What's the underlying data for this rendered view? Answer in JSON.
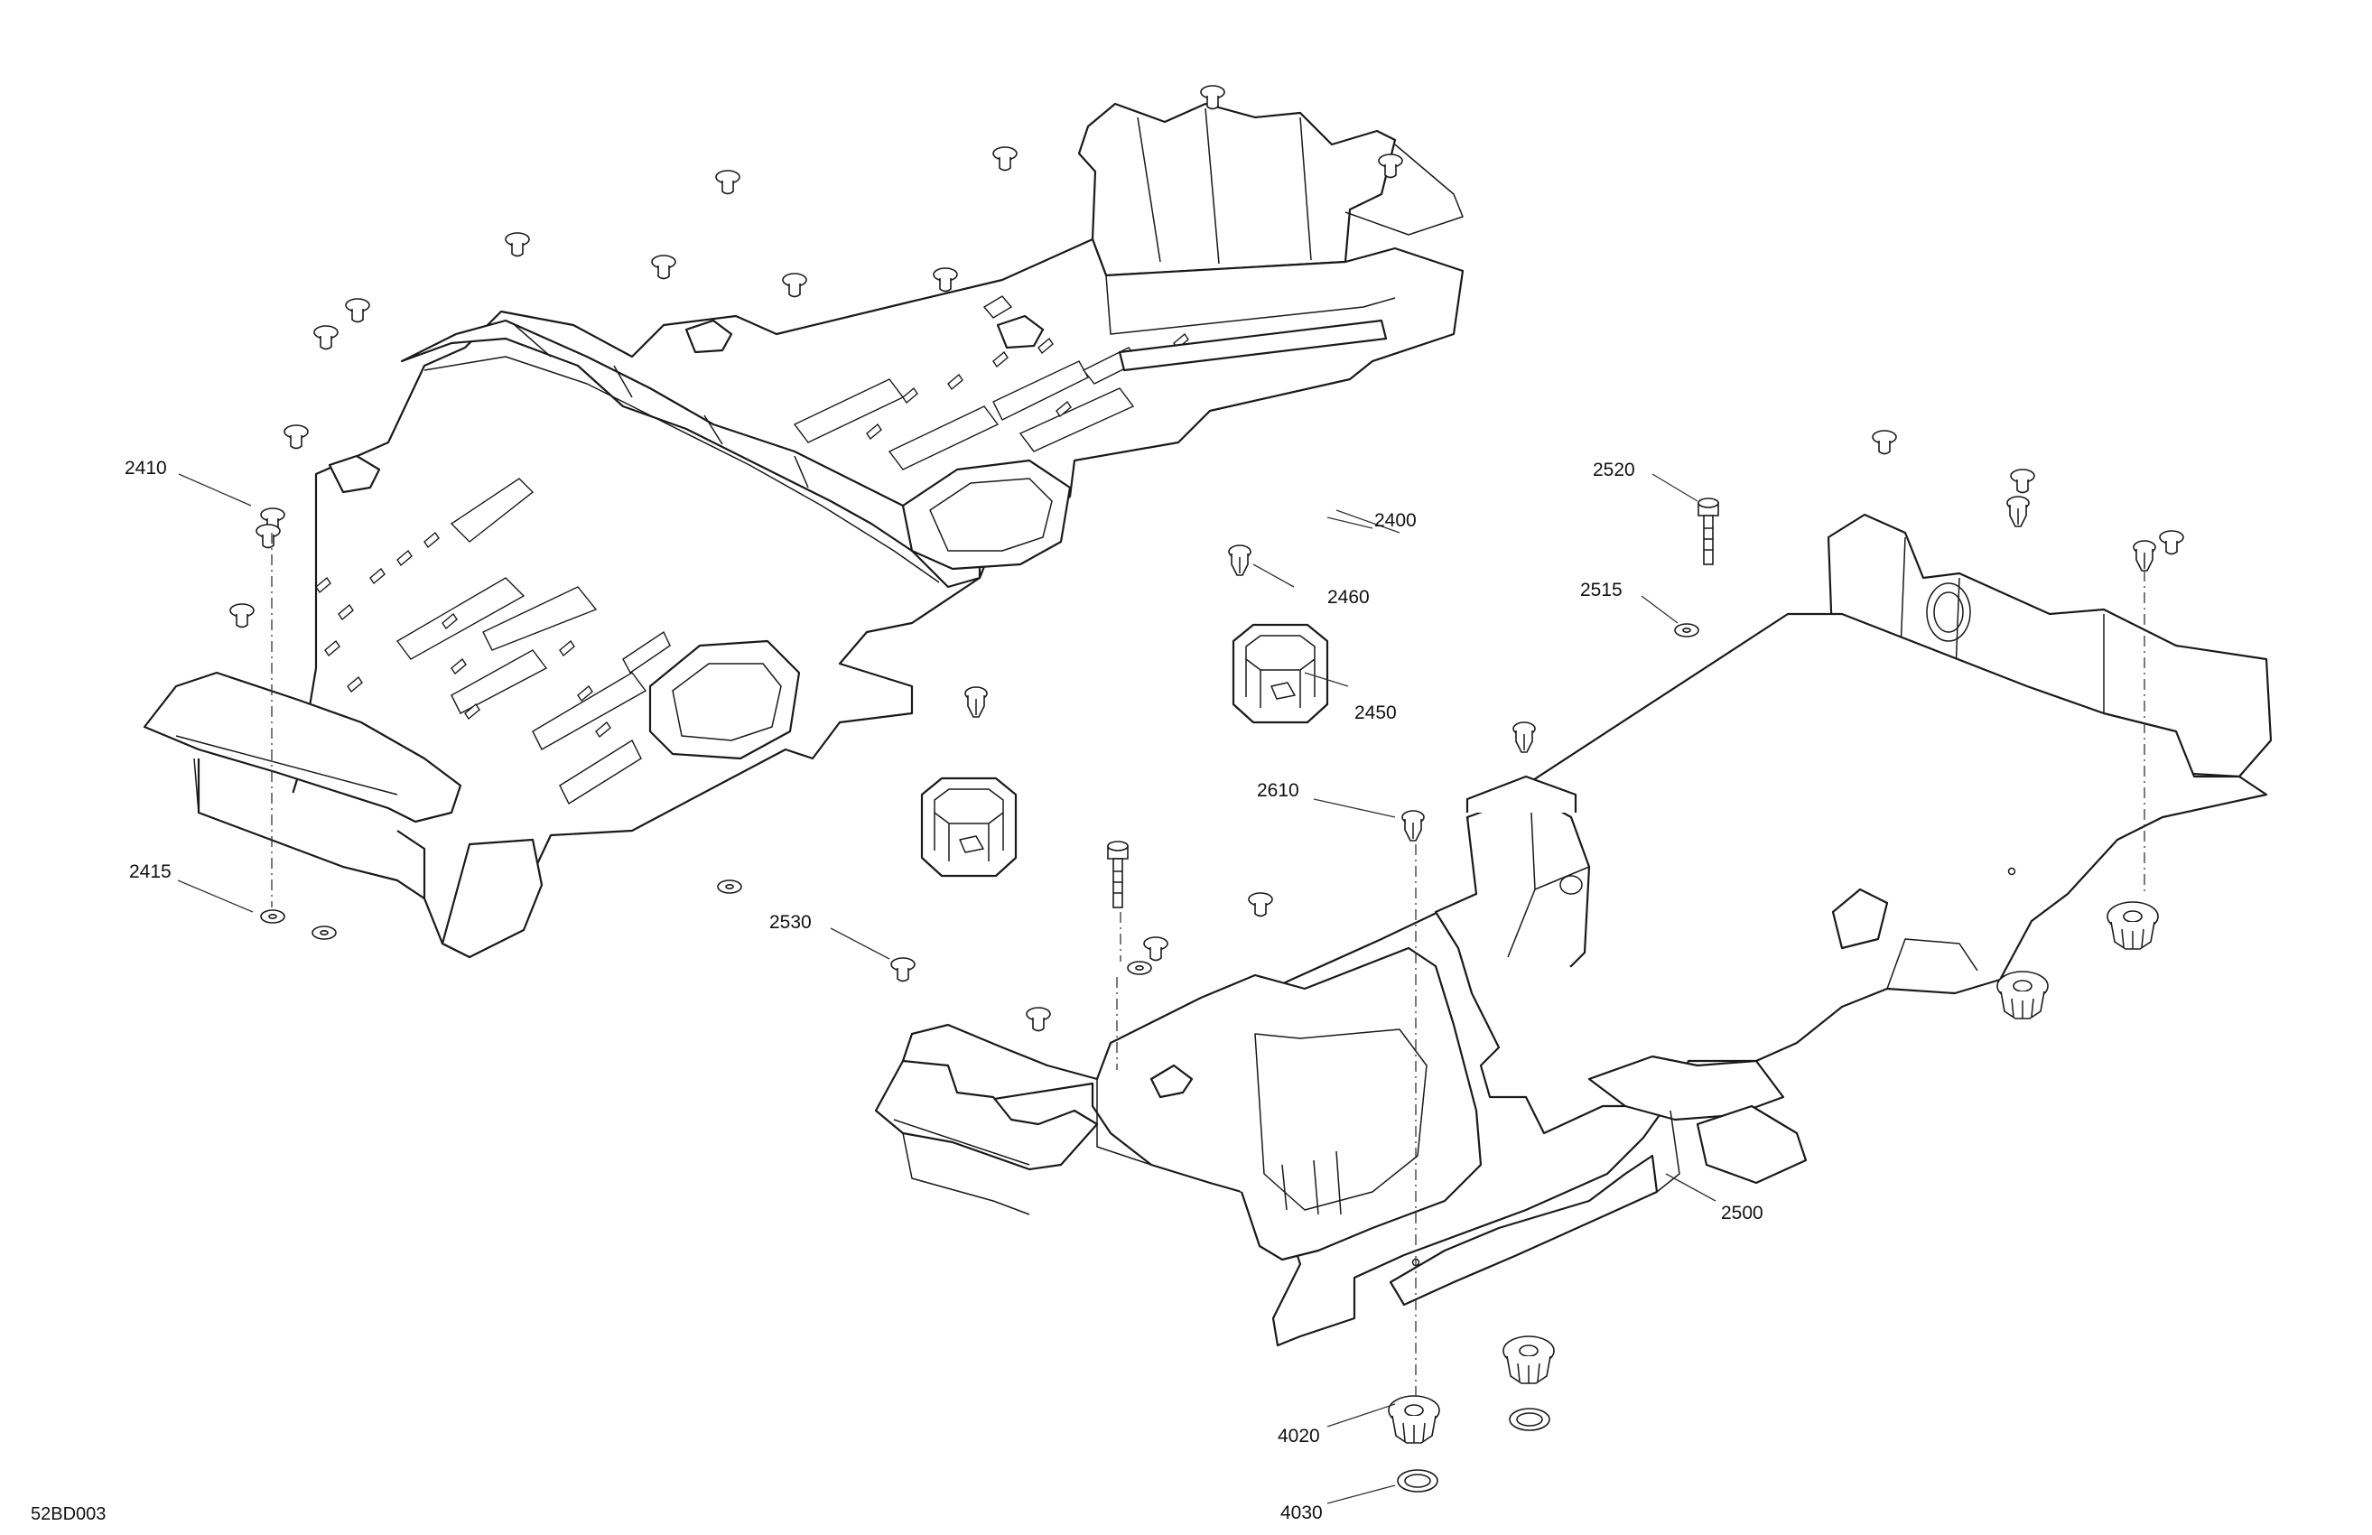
{
  "diagram_ref": "52BD003",
  "callouts": {
    "c2400": "2400",
    "c2410": "2410",
    "c2415": "2415",
    "c2450": "2450",
    "c2460": "2460",
    "c2500": "2500",
    "c2515": "2515",
    "c2520": "2520",
    "c2530": "2530",
    "c2610": "2610",
    "c4020": "4020",
    "c4030": "4030"
  }
}
